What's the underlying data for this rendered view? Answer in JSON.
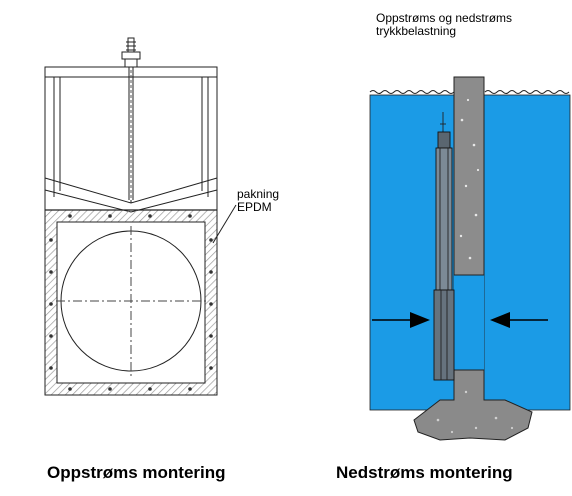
{
  "left_drawing": {
    "gasket_label_line1": "pakning",
    "gasket_label_line2": "EPDM",
    "caption": "Oppstrøms montering"
  },
  "right_drawing": {
    "pressure_label_line1": "Oppstrøms og nedstrøms",
    "pressure_label_line2": "trykkbelastning",
    "caption": "Nedstrøms montering"
  },
  "colors": {
    "water": "#1b9be6",
    "gate": "#8c8c8c",
    "concrete": "#8a8a8a",
    "line": "#222222",
    "hatch": "#9a9a9a"
  }
}
